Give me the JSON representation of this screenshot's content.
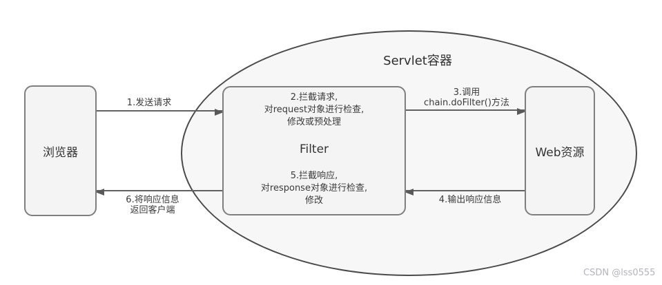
{
  "diagram": {
    "container_label": "Servlet容器",
    "nodes": {
      "browser": {
        "label": "浏览器"
      },
      "filter": {
        "label": "Filter",
        "top_note": [
          "2.拦截请求,",
          "对request对象进行检查,",
          "修改或预处理"
        ],
        "bottom_note": [
          "5.拦截响应,",
          "对response对象进行检查,",
          "修改"
        ]
      },
      "web_resource": {
        "label": "Web资源"
      }
    },
    "arrows": {
      "send_request": {
        "label": "1.发送请求",
        "direction": "browser→filter"
      },
      "call_dofilter": {
        "label_line1": "3.调用",
        "label_line2": "chain.doFilter()方法",
        "direction": "filter→web_resource"
      },
      "output_response": {
        "label": "4.输出响应信息",
        "direction": "web_resource→filter"
      },
      "return_response": {
        "label_line1": "6.将响应信息",
        "label_line2": "返回客户端",
        "direction": "filter→browser"
      }
    },
    "watermark": "CSDN @lss0555",
    "colors": {
      "background": "#ffffff",
      "ellipse_fill": "#f7f7f7",
      "ellipse_stroke": "#4a4a4a",
      "box_fill": "#f4f4f4",
      "box_stroke": "#7e7e7e",
      "arrow": "#616161",
      "text": "#333333",
      "watermark": "#b4b4bc"
    }
  }
}
